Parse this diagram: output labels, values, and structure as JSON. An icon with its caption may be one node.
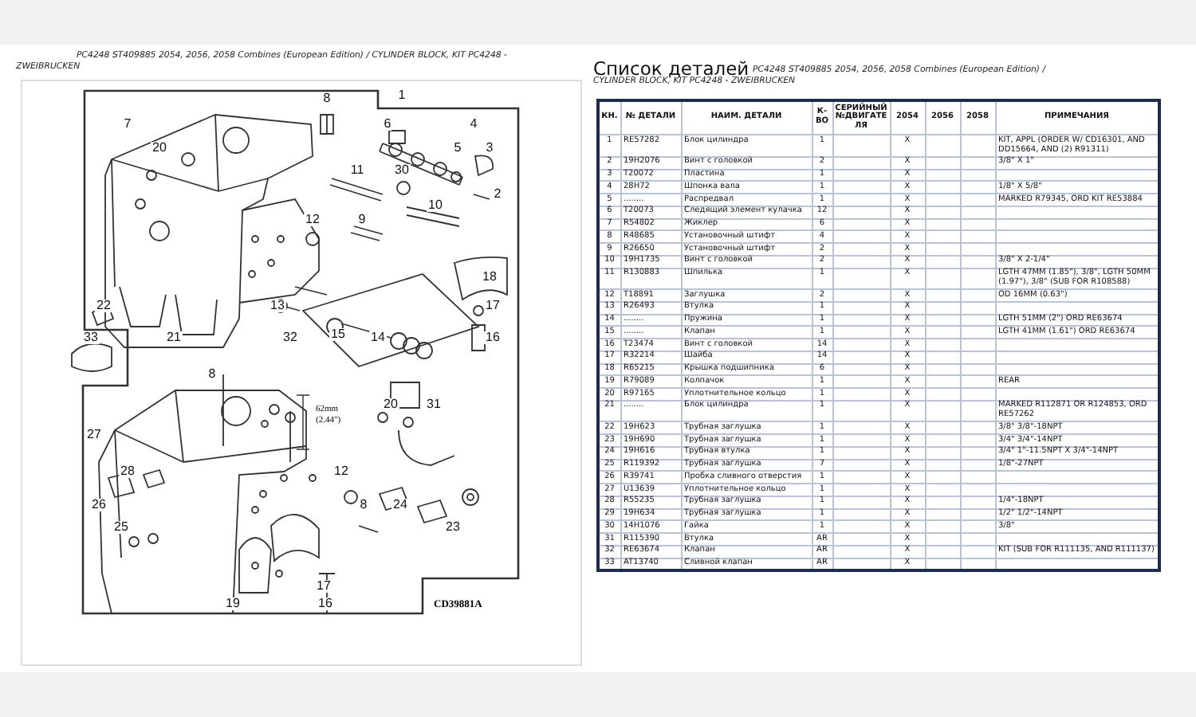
{
  "diagram": {
    "labels": [
      "PC4248 ST409885 2054, 2056, 2058 Combines (European Edition) / CYLINDER BLOCK, KIT PC4248 - ZWEIBRUCKEN",
      "8",
      "1",
      "7",
      "6",
      "4",
      "20",
      "5",
      "3",
      "11",
      "30",
      "2",
      "10",
      "12",
      "9",
      "18",
      "22",
      "13",
      "17",
      "33",
      "21",
      "32",
      "15",
      "14",
      "16",
      "8",
      "62mm (2.44\")",
      "20",
      "31",
      "27",
      "28",
      "12",
      "26",
      "8",
      "24",
      "25",
      "23",
      "17",
      "19",
      "16",
      "CD39881A",
      "Список деталей",
      "PC4248 ST409885 2054, 2056, 2058 Combines (European Edition) / CYLINDER BLOCK, KIT PC4248 - ZWEIBRUCKEN",
      "КН.",
      "№ ДЕТАЛИ",
      "НАИМ. ДЕТАЛИ",
      "К-ВО",
      "СЕРИЙНЫЙ №ДВИГАТЕЛЯ",
      "2054",
      "2056",
      "2058",
      "ПРИМЕЧАНИЯ",
      "1",
      "RE57282",
      "Блок цилиндра",
      "1",
      "X",
      "KIT, APPL (ORDER W/ CD16301, AND DD15664, AND (2) R91311)",
      "2",
      "19H2076",
      "Винт с головкой",
      "2",
      "X",
      "3/8\" X 1\"",
      "3",
      "T20072",
      "Пластина",
      "1",
      "X",
      "4",
      "28H72",
      "Шпонка вала",
      "1",
      "X",
      "1/8\" X 5/8\"",
      "5",
      "........",
      "Распредвал",
      "1",
      "X",
      "MARKED R79345, ORD KIT RE53884",
      "6",
      "T20073",
      "Следящий элемент кулачка",
      "12",
      "X",
      "7",
      "R54802",
      "Жиклер",
      "6",
      "X",
      "8",
      "R48685",
      "Установочный штифт",
      "4",
      "X",
      "9",
      "R26650",
      "Установочный штифт",
      "2",
      "X",
      "10",
      "19H1735",
      "Винт с головкой",
      "2",
      "X",
      "3/8\" X 2-1/4\"",
      "11",
      "R130883",
      "Шпилька",
      "1",
      "X",
      "LGTH 47MM (1.85\"), 3/8\", LGTH 50MM (1.97\"), 3/8\" (SUB FOR R108588)",
      "12",
      "T18891",
      "Заглушка",
      "2",
      "X",
      "OD 16MM (0.63\")",
      "13",
      "R26493",
      "Втулка",
      "1",
      "X",
      "14",
      "........",
      "Пружина",
      "1",
      "X",
      "LGTH 51MM (2\") ORD RE63674",
      "15",
      "........",
      "Клапан",
      "1",
      "X",
      "LGTH 41MM (1.61\") ORD RE63674",
      "16",
      "T23474",
      "Винт с головкой",
      "14",
      "X",
      "17",
      "R32214",
      "Шайба",
      "14",
      "X",
      "18",
      "R65215",
      "Крышка подшипника",
      "6",
      "X",
      "19",
      "R79089",
      "Колпачок",
      "1",
      "X",
      "REAR",
      "20",
      "R97165",
      "Уплотнительное кольцо",
      "1",
      "X",
      "21",
      "........",
      "Блок цилиндра",
      "1",
      "X",
      "MARKED R112871 OR R124853, ORD RE57262",
      "22",
      "19H623",
      "Трубная заглушка",
      "1",
      "X",
      "3/8\" 3/8\"-18NPT",
      "23",
      "19H690",
      "Трубная заглушка",
      "1",
      "X",
      "3/4\" 3/4\"-14NPT",
      "24",
      "19H616",
      "Трубная втулка",
      "1",
      "X",
      "3/4\" 1\"-11.5NPT X 3/4\"-14NPT",
      "25",
      "R119392",
      "Трубная заглушка",
      "7",
      "X",
      "1/8\"-27NPT",
      "26",
      "R39741",
      "Пробка сливного отверстия",
      "1",
      "X",
      "27",
      "U13639",
      "Уплотнительное кольцо",
      "1",
      "X",
      "28",
      "R55235",
      "Трубная заглушка",
      "1",
      "X",
      "1/4\"-18NPT",
      "29",
      "19H634",
      "Трубная заглушка",
      "1",
      "X",
      "1/2\" 1/2\"-14NPT",
      "30",
      "14H1076",
      "Гайка",
      "1",
      "X",
      "3/8\"",
      "31",
      "R115390",
      "Втулка",
      "AR",
      "X",
      "32",
      "RE63674",
      "Клапан",
      "AR",
      "X",
      "KIT (SUB FOR R111135, AND R111137)",
      "33",
      "AT13740",
      "Сливной клапан",
      "AR",
      "X"
    ]
  }
}
